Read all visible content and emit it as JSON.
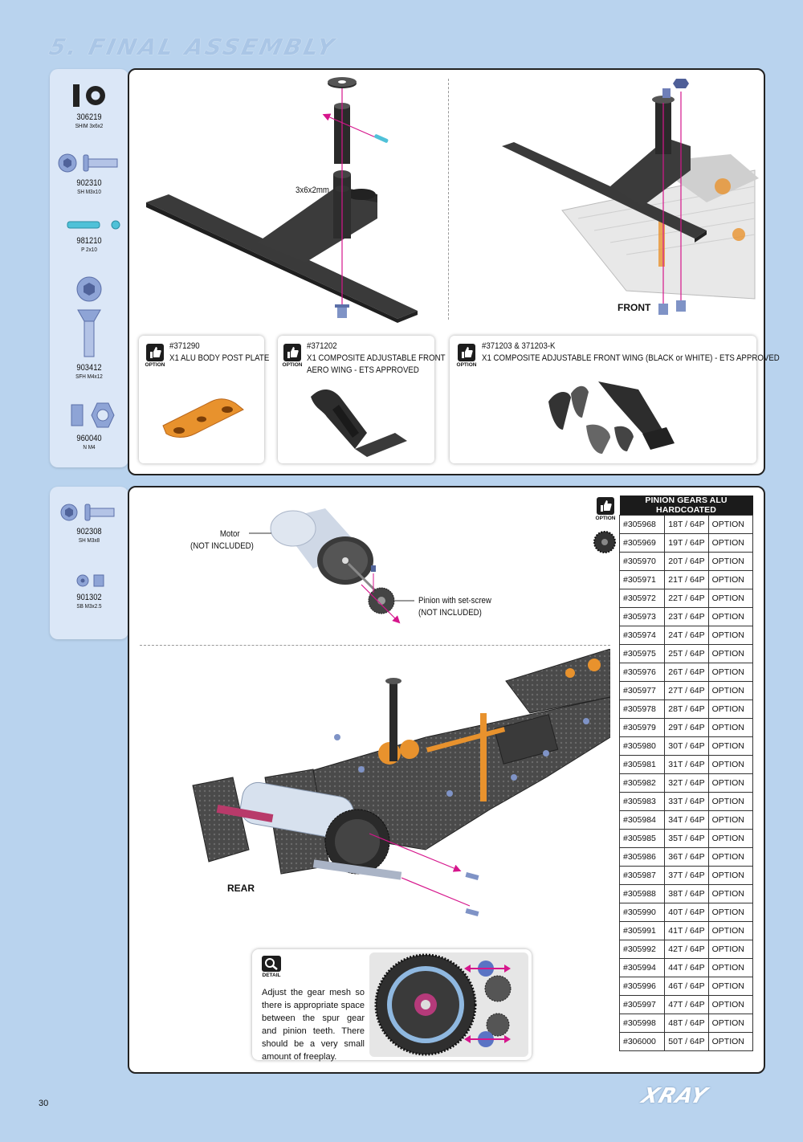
{
  "page": {
    "title": "5. FINAL ASSEMBLY",
    "number": "30",
    "brand": "XRAY"
  },
  "parts_top": [
    {
      "code": "306219",
      "desc": "SHIM 3x6x2",
      "icon": "shim-icon"
    },
    {
      "code": "902310",
      "desc": "SH M3x10",
      "icon": "screw-icon"
    },
    {
      "code": "981210",
      "desc": "P 2x10",
      "icon": "pin-icon"
    },
    {
      "code": "903412",
      "desc": "SFH M4x12",
      "icon": "flat-head-screw-icon"
    },
    {
      "code": "960040",
      "desc": "N M4",
      "icon": "nut-icon"
    }
  ],
  "parts_bottom": [
    {
      "code": "902308",
      "desc": "SH M3x8",
      "icon": "screw-icon"
    },
    {
      "code": "901302",
      "desc": "SB M3x2.5",
      "icon": "set-screw-icon"
    }
  ],
  "diagram_labels": {
    "shim": "3x6x2mm",
    "front": "FRONT",
    "rear": "REAR",
    "motor": "Motor",
    "motor_note": "(NOT INCLUDED)",
    "pinion": "Pinion with set-screw",
    "pinion_note": "(NOT INCLUDED)"
  },
  "options": [
    {
      "badge": "OPTION",
      "code": "#371290",
      "name": "X1 ALU BODY POST PLATE",
      "name2": ""
    },
    {
      "badge": "OPTION",
      "code": "#371202",
      "name": "X1 COMPOSITE ADJUSTABLE FRONT",
      "name2": "AERO WING - ETS APPROVED"
    },
    {
      "badge": "OPTION",
      "code": "#371203 & 371203-K",
      "name": "X1 COMPOSITE ADJUSTABLE FRONT WING (BLACK or WHITE) - ETS APPROVED",
      "name2": ""
    }
  ],
  "pinion_table": {
    "badge": "OPTION",
    "header": "PINION GEARS ALU HARDCOATED",
    "rows": [
      [
        "#305968",
        "18T / 64P",
        "OPTION"
      ],
      [
        "#305969",
        "19T / 64P",
        "OPTION"
      ],
      [
        "#305970",
        "20T / 64P",
        "OPTION"
      ],
      [
        "#305971",
        "21T / 64P",
        "OPTION"
      ],
      [
        "#305972",
        "22T / 64P",
        "OPTION"
      ],
      [
        "#305973",
        "23T / 64P",
        "OPTION"
      ],
      [
        "#305974",
        "24T / 64P",
        "OPTION"
      ],
      [
        "#305975",
        "25T / 64P",
        "OPTION"
      ],
      [
        "#305976",
        "26T / 64P",
        "OPTION"
      ],
      [
        "#305977",
        "27T / 64P",
        "OPTION"
      ],
      [
        "#305978",
        "28T / 64P",
        "OPTION"
      ],
      [
        "#305979",
        "29T / 64P",
        "OPTION"
      ],
      [
        "#305980",
        "30T / 64P",
        "OPTION"
      ],
      [
        "#305981",
        "31T / 64P",
        "OPTION"
      ],
      [
        "#305982",
        "32T / 64P",
        "OPTION"
      ],
      [
        "#305983",
        "33T / 64P",
        "OPTION"
      ],
      [
        "#305984",
        "34T / 64P",
        "OPTION"
      ],
      [
        "#305985",
        "35T / 64P",
        "OPTION"
      ],
      [
        "#305986",
        "36T / 64P",
        "OPTION"
      ],
      [
        "#305987",
        "37T / 64P",
        "OPTION"
      ],
      [
        "#305988",
        "38T / 64P",
        "OPTION"
      ],
      [
        "#305990",
        "40T / 64P",
        "OPTION"
      ],
      [
        "#305991",
        "41T / 64P",
        "OPTION"
      ],
      [
        "#305992",
        "42T / 64P",
        "OPTION"
      ],
      [
        "#305994",
        "44T / 64P",
        "OPTION"
      ],
      [
        "#305996",
        "46T / 64P",
        "OPTION"
      ],
      [
        "#305997",
        "47T / 64P",
        "OPTION"
      ],
      [
        "#305998",
        "48T / 64P",
        "OPTION"
      ],
      [
        "#306000",
        "50T / 64P",
        "OPTION"
      ]
    ]
  },
  "detail": {
    "badge": "DETAIL",
    "text": "Adjust the gear mesh so there is appropriate space between the spur gear and pinion teeth. There should be a very small amount of freeplay."
  },
  "colors": {
    "background": "#b9d3ee",
    "parts_panel": "#dbe7f7",
    "arrow": "#d6168c",
    "accent_orange": "#e8922d"
  }
}
